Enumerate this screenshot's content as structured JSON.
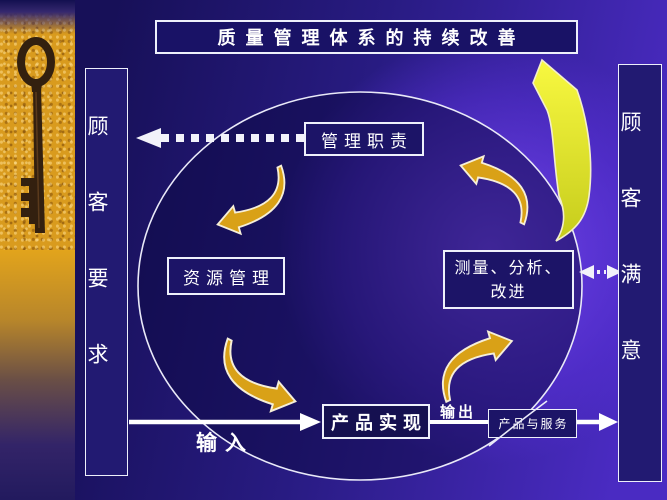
{
  "slide": {
    "title": "质量管理体系的持续改善",
    "left_panel": {
      "label": "顾客要求"
    },
    "right_panel": {
      "label": "顾客满意"
    },
    "process_boxes": {
      "management_responsibility": "管理职责",
      "resource_management": "资源管理",
      "measurement_line1": "测量、分析、",
      "measurement_line2": "改进",
      "product_realization": "产品实现",
      "products_and_services": "产品与服务"
    },
    "flow_labels": {
      "input": "输入",
      "output": "输出"
    },
    "decor": {
      "left_photo": "antique-key-photo",
      "cycle_arrows": [
        "cycle-arrow-top-left",
        "cycle-arrow-top-right",
        "cycle-arrow-bottom-left",
        "cycle-arrow-bottom-right"
      ],
      "improvement_arrow": "big-yellow-up-arrow"
    },
    "colors": {
      "background_violet": "#5b2fd6",
      "background_navy": "#1a1260",
      "box_fill": "#1c1467",
      "box_border": "#eef0fb",
      "gold_arrow": "#d9a117",
      "bright_yellow_arrow": "#f2ee2e",
      "text": "#ffffff",
      "photo_gold": "#d99b1e"
    }
  }
}
